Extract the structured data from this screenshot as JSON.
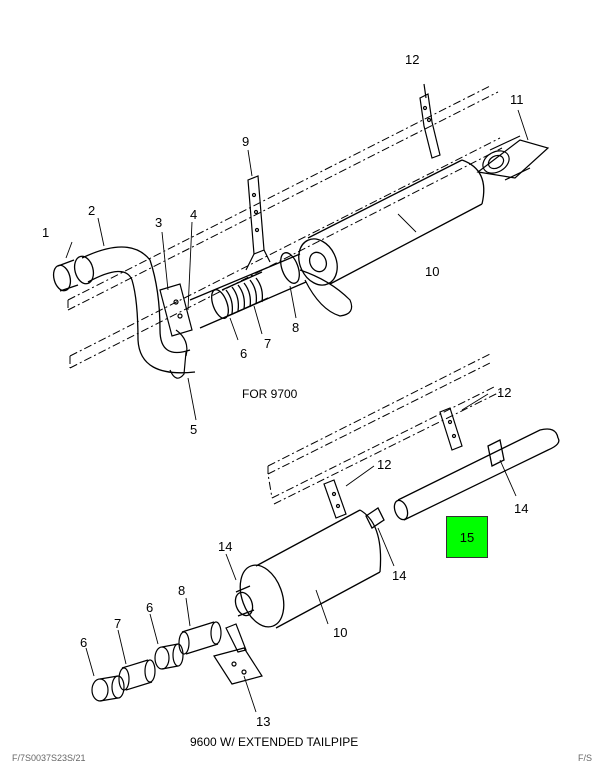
{
  "callouts": {
    "c1": "1",
    "c2": "2",
    "c3": "3",
    "c4": "4",
    "c5": "5",
    "c6": "6",
    "c7": "7",
    "c8": "8",
    "c9": "9",
    "c10": "10",
    "c11": "11",
    "c12": "12",
    "c12b": "12",
    "c12c": "12",
    "c14a": "14",
    "c14b": "14",
    "c14c": "14",
    "c10b": "10",
    "c8b": "8",
    "c7b": "7",
    "c6b": "6",
    "c6c": "6",
    "c13": "13",
    "c15": "15"
  },
  "captions": {
    "top": "FOR 9700",
    "bottom": "9600 W/ EXTENDED TAILPIPE"
  },
  "highlight_color": "#00ff00",
  "footer_left": "F/7S0037S23S/21",
  "footer_right": "F/S"
}
